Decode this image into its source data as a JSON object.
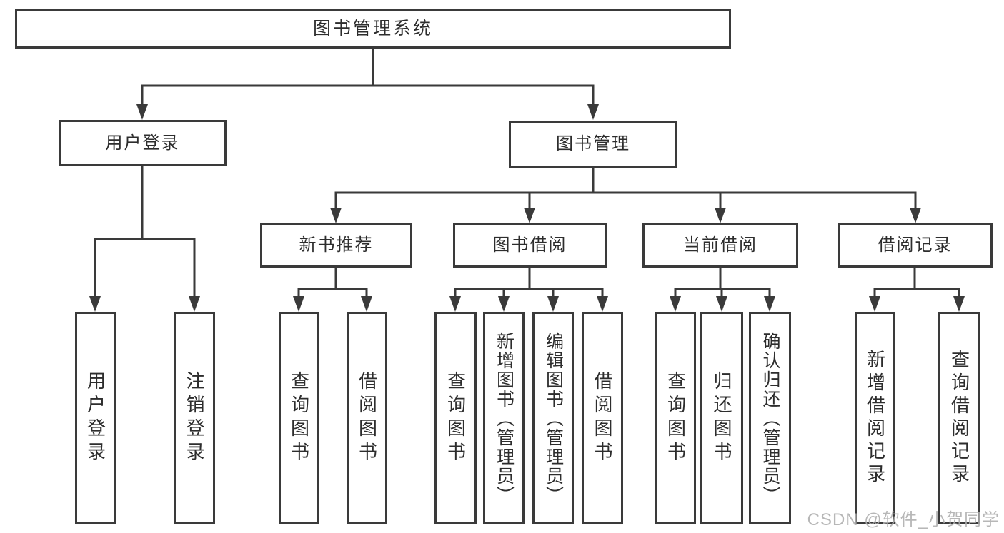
{
  "diagram": {
    "tree": {
      "label": "图书管理系统",
      "children": [
        {
          "label": "用户登录",
          "children": [
            {
              "label": "用户登录"
            },
            {
              "label": "注销登录"
            }
          ]
        },
        {
          "label": "图书管理",
          "children": [
            {
              "label": "新书推荐",
              "children": [
                {
                  "label": "查询图书"
                },
                {
                  "label": "借阅图书"
                }
              ]
            },
            {
              "label": "图书借阅",
              "children": [
                {
                  "label": "查询图书"
                },
                {
                  "label": "新增图书（管理员）"
                },
                {
                  "label": "编辑图书（管理员）"
                },
                {
                  "label": "借阅图书"
                }
              ]
            },
            {
              "label": "当前借阅",
              "children": [
                {
                  "label": "查询图书"
                },
                {
                  "label": "归还图书"
                },
                {
                  "label": "确认归还（管理员）"
                }
              ]
            },
            {
              "label": "借阅记录",
              "children": [
                {
                  "label": "新增借阅记录"
                },
                {
                  "label": "查询借阅记录"
                }
              ]
            }
          ]
        }
      ]
    },
    "colors": {
      "line": "#3a3a3a",
      "text": "#2d2d2d",
      "background": "#ffffff",
      "watermark": "#b0b0b0"
    }
  },
  "watermark": {
    "text": "CSDN @软件_小贺同学"
  }
}
